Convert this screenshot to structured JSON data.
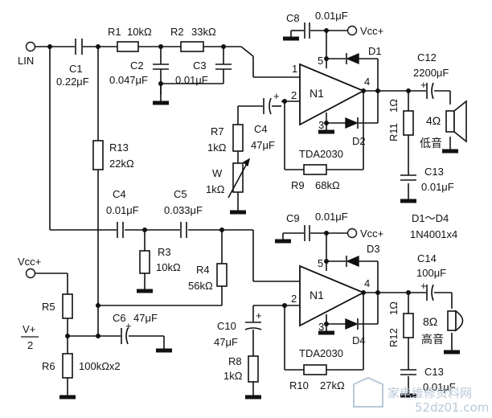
{
  "inputs": {
    "lin": "LIN",
    "vcc_left": "Vcc+",
    "v_half_top": "V+",
    "v_half_bottom": "2"
  },
  "top": {
    "c1": {
      "ref": "C1",
      "val": "0.22μF"
    },
    "r1": {
      "ref": "R1",
      "val": "10kΩ"
    },
    "r2": {
      "ref": "R2",
      "val": "33kΩ"
    },
    "c2": {
      "ref": "C2",
      "val": "0.047μF"
    },
    "c3": {
      "ref": "C3",
      "val": "0.01μF"
    },
    "c8": {
      "ref": "C8",
      "val": "0.01μF"
    },
    "vcc": "Vcc+",
    "d1": "D1",
    "d2": "D2",
    "ic": "N1",
    "ic_part": "TDA2030",
    "pin1": "1",
    "pin2": "2",
    "pin3": "3",
    "pin4": "4",
    "pin5": "5",
    "c12": {
      "ref": "C12",
      "val": "2200μF",
      "plus": "+"
    },
    "r11": {
      "ref": "R11",
      "val": "1Ω"
    },
    "c13": {
      "ref": "C13",
      "val": "0.01μF"
    },
    "spk": {
      "val": "4Ω",
      "name": "低音"
    },
    "r7": {
      "ref": "R7",
      "val": "1kΩ"
    },
    "c4": {
      "ref": "C4",
      "val": "47μF",
      "plus": "+"
    },
    "w": {
      "ref": "W",
      "val": "1kΩ"
    },
    "r9": {
      "ref": "R9",
      "val": "68kΩ"
    }
  },
  "mid": {
    "r13": {
      "ref": "R13",
      "val": "22kΩ"
    },
    "c4": {
      "ref": "C4",
      "val": "0.01μF"
    },
    "c5": {
      "ref": "C5",
      "val": "0.033μF"
    },
    "r3": {
      "ref": "R3",
      "val": "10kΩ"
    },
    "r4": {
      "ref": "R4",
      "val": "56kΩ"
    },
    "diode_note": "D1～D4",
    "diode_part": "1N4001x4"
  },
  "bottom": {
    "c9": {
      "ref": "C9",
      "val": "0.01μF"
    },
    "vcc": "Vcc+",
    "d3": "D3",
    "d4": "D4",
    "ic": "N1",
    "ic_part": "TDA2030",
    "pin2": "2",
    "pin3": "3",
    "pin4": "4",
    "pin5": "5",
    "c14": {
      "ref": "C14",
      "val": "100μF",
      "plus": "+"
    },
    "r12": {
      "ref": "R12",
      "val": "1Ω"
    },
    "c13": {
      "ref": "C13",
      "val": "0.01μF"
    },
    "spk": {
      "val": "8Ω",
      "name": "高音"
    },
    "c6": {
      "ref": "C6",
      "val": "47μF",
      "plus": "+"
    },
    "c10": {
      "ref": "C10",
      "val": "47μF",
      "plus": "+"
    },
    "r5": {
      "ref": "R5"
    },
    "r6": {
      "ref": "R6",
      "val": "100kΩx2"
    },
    "r8": {
      "ref": "R8",
      "val": "1kΩ"
    },
    "r10": {
      "ref": "R10",
      "val": "27kΩ"
    }
  },
  "watermark": {
    "text": "家电维修资料网",
    "url": "52dz01.com"
  }
}
